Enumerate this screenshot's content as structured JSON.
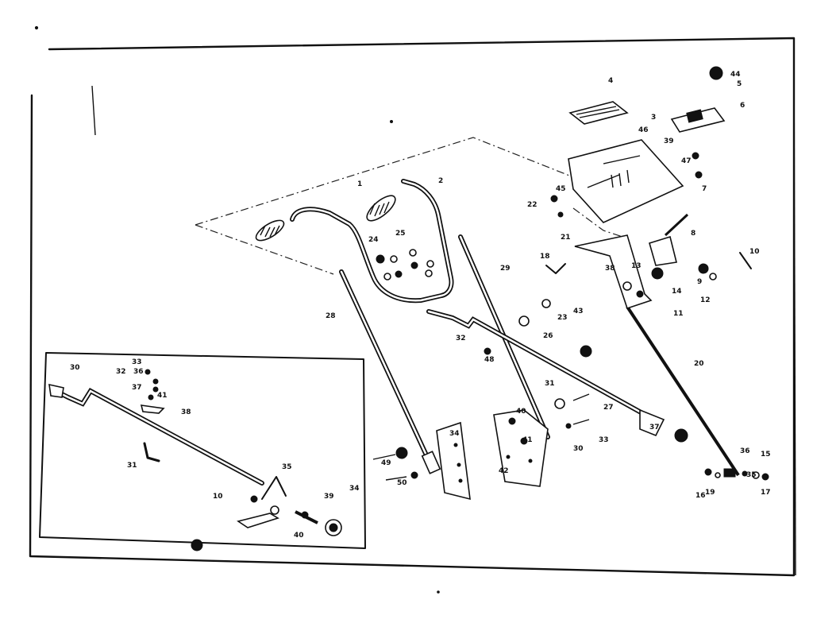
{
  "labels": {
    "main": [
      "1",
      "2",
      "3",
      "4",
      "5",
      "6",
      "7",
      "8",
      "9",
      "10",
      "11",
      "12",
      "13",
      "14",
      "15",
      "16",
      "17",
      "18",
      "19",
      "20",
      "21",
      "22",
      "23",
      "24",
      "25",
      "26",
      "27",
      "28",
      "29",
      "30",
      "31",
      "32",
      "33",
      "34",
      "35",
      "36",
      "37",
      "38",
      "39",
      "40",
      "41",
      "42",
      "43",
      "44",
      "45",
      "46",
      "47",
      "48",
      "49",
      "50"
    ],
    "inset": [
      "10",
      "30",
      "31",
      "32",
      "33",
      "34",
      "35",
      "36",
      "37",
      "38",
      "39",
      "40",
      "41"
    ]
  }
}
